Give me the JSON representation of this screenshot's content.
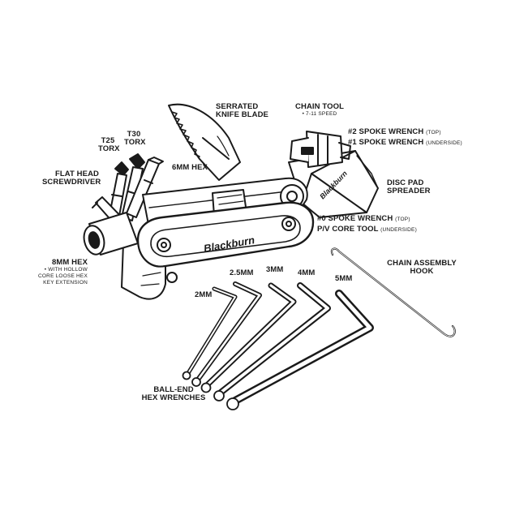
{
  "brand": "Blackburn",
  "labels": {
    "serrated_knife_blade": [
      "SERRATED",
      "KNIFE BLADE"
    ],
    "chain_tool": {
      "title": "CHAIN TOOL",
      "sub": "• 7-11 SPEED"
    },
    "spoke_wrench_2": {
      "text": "#2 SPOKE WRENCH",
      "tag": "(TOP)"
    },
    "spoke_wrench_1": {
      "text": "#1 SPOKE WRENCH",
      "tag": "(UNDERSIDE)"
    },
    "t25_torx": [
      "T25",
      "TORX"
    ],
    "t30_torx": [
      "T30",
      "TORX"
    ],
    "flat_head_screwdriver": [
      "FLAT HEAD",
      "SCREWDRIVER"
    ],
    "hex_6mm": "6MM HEX",
    "disc_pad_spreader": [
      "DISC PAD",
      "SPREADER"
    ],
    "spoke_wrench_0": {
      "text": "#0 SPOKE WRENCH",
      "tag": "(TOP)"
    },
    "pv_core_tool": {
      "text": "P/V CORE TOOL",
      "tag": "(UNDERSIDE)"
    },
    "hex_8mm": {
      "title": "8MM HEX",
      "sub": [
        "• WITH HOLLOW",
        "CORE LOOSE HEX",
        "KEY EXTENSION"
      ]
    },
    "chain_assembly_hook": [
      "CHAIN ASSEMBLY",
      "HOOK"
    ],
    "hex_keys": [
      "2MM",
      "2.5MM",
      "3MM",
      "4MM",
      "5MM"
    ],
    "ball_end_hex_wrenches": [
      "BALL-END",
      "HEX WRENCHES"
    ]
  },
  "colors": {
    "ink": "#1a1a1a",
    "background": "#ffffff",
    "highlight": "#ffffff"
  }
}
